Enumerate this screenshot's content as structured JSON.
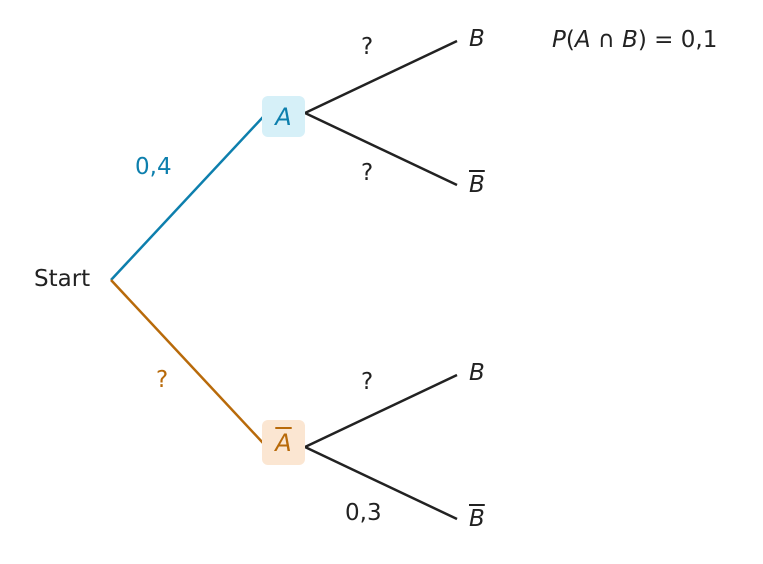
{
  "start_label": "Start",
  "colors": {
    "branch_a": "#0d7fad",
    "branch_not_a": "#b86a0a",
    "node_a_bg": "#d6f0f8",
    "node_not_a_bg": "#fbe6d2",
    "second_level": "#222222"
  },
  "first_level": {
    "a_node": "A",
    "not_a_node": "A",
    "a_prob": "0,4",
    "not_a_prob": "?"
  },
  "second_level": {
    "a_b_leaf": "B",
    "a_not_b_leaf": "B",
    "a_b_prob": "?",
    "a_not_b_prob": "?",
    "not_a_b_leaf": "B",
    "not_a_not_b_leaf": "B",
    "not_a_b_prob": "?",
    "not_a_not_b_prob": "0,3"
  },
  "formula": "P(A ∩ B) = 0,1"
}
